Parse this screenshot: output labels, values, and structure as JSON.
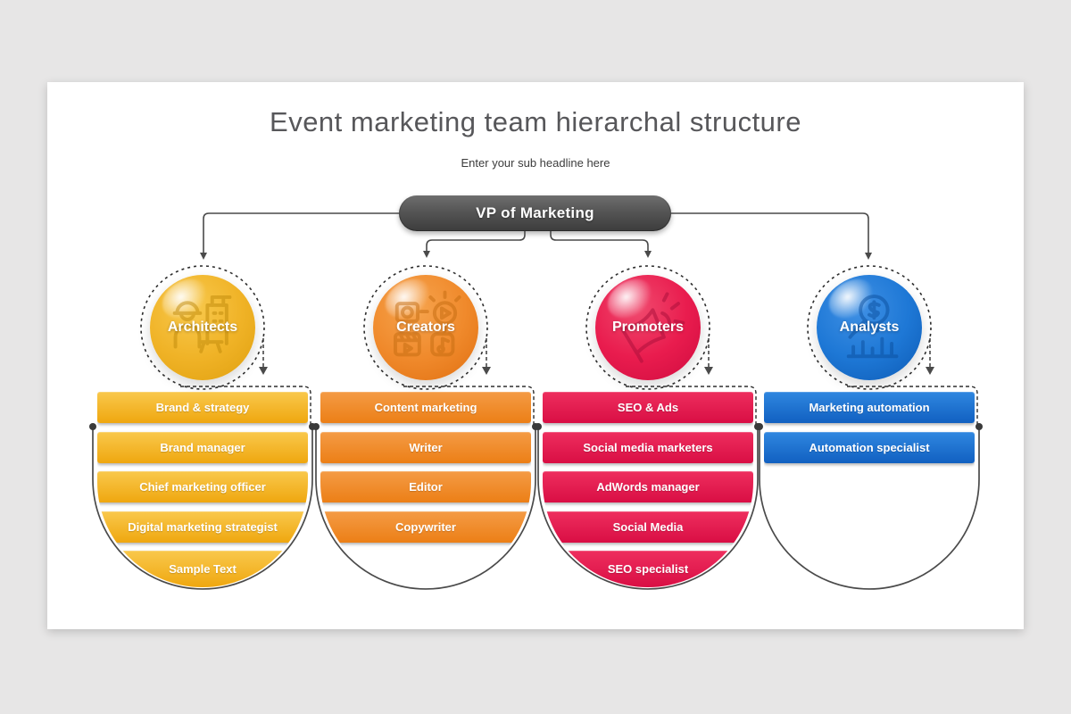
{
  "slide": {
    "title": "Event marketing team hierarchal structure",
    "subtitle": "Enter your sub headline here",
    "root": {
      "label": "VP of Marketing",
      "color_top": "#6e6e6e",
      "color_bottom": "#3c3c3c"
    },
    "connector_color": "#4a4a4a",
    "columns": [
      {
        "id": "architects",
        "label": "Architects",
        "icon": "construction-worker-building-icon",
        "colors": {
          "circle_light": "#f8c94e",
          "circle": "#f0b327",
          "circle_dark": "#df9f0e",
          "bar_top": "#f9c84c",
          "bar_bottom": "#efa70f",
          "icon_ink": "#c08a0a"
        },
        "items": [
          "Brand & strategy",
          "Brand manager",
          "Chief marketing officer",
          "Digital marketing strategist",
          "Sample Text"
        ]
      },
      {
        "id": "creators",
        "label": "Creators",
        "icon": "media-content-icon",
        "colors": {
          "circle_light": "#f6a44e",
          "circle": "#f08a2c",
          "circle_dark": "#e06f10",
          "bar_top": "#f49b45",
          "bar_bottom": "#ec7f16",
          "icon_ink": "#c56c10"
        },
        "items": [
          "Content marketing",
          "Writer",
          "Editor",
          "Copywriter"
        ]
      },
      {
        "id": "promoters",
        "label": "Promoters",
        "icon": "megaphone-icon",
        "colors": {
          "circle_light": "#f04a6e",
          "circle": "#e91c4e",
          "circle_dark": "#cf0b3f",
          "bar_top": "#ee2e5e",
          "bar_bottom": "#d90e44",
          "icon_ink": "#a90e3a"
        },
        "items": [
          "SEO & Ads",
          "Social media marketers",
          "AdWords manager",
          "Social Media",
          "SEO specialist"
        ]
      },
      {
        "id": "analysts",
        "label": "Analysts",
        "icon": "analytics-magnifier-icon",
        "colors": {
          "circle_light": "#3f90e4",
          "circle": "#1e78d6",
          "circle_dark": "#0d5ab4",
          "bar_top": "#2f87e0",
          "bar_bottom": "#1160c1",
          "icon_ink": "#0b4f9e"
        },
        "items": [
          "Marketing automation",
          "Automation specialist"
        ]
      }
    ]
  }
}
